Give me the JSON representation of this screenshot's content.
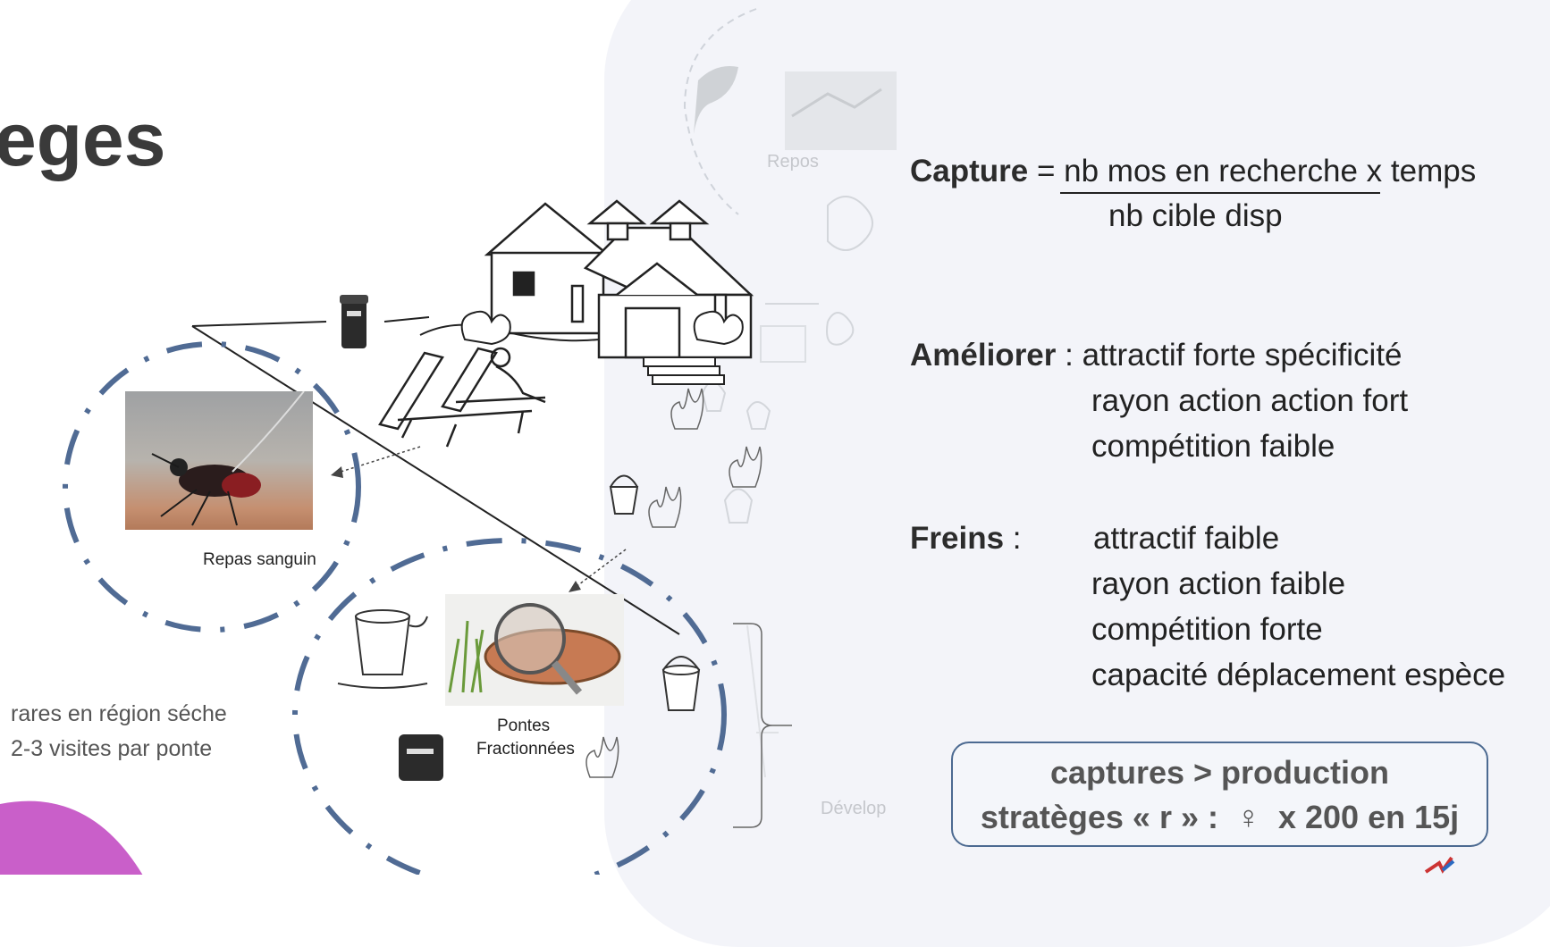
{
  "title": "eges",
  "labels": {
    "repos": "Repos",
    "repas": "Repas sanguin",
    "pontes_1": "Pontes",
    "pontes_2": "Fractionnées",
    "develop": "Dévelop"
  },
  "side_note": {
    "line1": "rares en région séche",
    "line2": "2-3 visites par ponte"
  },
  "capture": {
    "term": "Capture",
    "eq": " = ",
    "numerator": "nb mos en recherche",
    "times": " x temps",
    "denominator": "nb cible disp"
  },
  "ameliorer": {
    "term": "Améliorer",
    "sep": " : ",
    "items": [
      "attractif forte spécificité",
      "rayon action action fort",
      "compétition faible"
    ]
  },
  "freins": {
    "term": "Freins",
    "sep": " :",
    "items": [
      "attractif faible",
      "rayon action faible",
      "compétition forte",
      "capacité déplacement espèce"
    ]
  },
  "box": {
    "line1": "captures > production",
    "line2": "stratèges « r » :  ♀  x 200 en 15j"
  },
  "colors": {
    "dash_circle": "#506b94",
    "accent_purple": "#c95fc9",
    "box_border": "#4c6a91"
  }
}
